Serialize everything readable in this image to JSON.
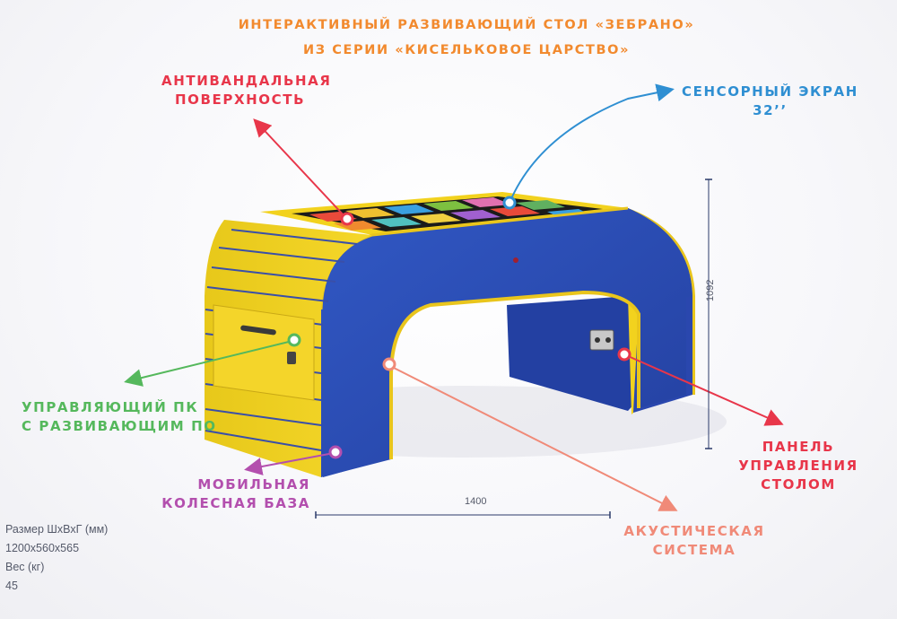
{
  "title": {
    "line1": "ИНТЕРАКТИВНЫЙ РАЗВИВАЮЩИЙ СТОЛ «ЗЕБРАНО»",
    "line2": "ИЗ СЕРИИ «КИСЕЛЬКОВОЕ ЦАРСТВО»"
  },
  "callouts": {
    "surface": {
      "line1": "АНТИВАНДАЛЬНАЯ",
      "line2": "ПОВЕРХНОСТЬ",
      "color": "#e8364a"
    },
    "screen": {
      "line1": "СЕНСОРНЫЙ ЭКРАН",
      "line2": "32’’",
      "color": "#2f8fd2"
    },
    "pc": {
      "line1": "УПРАВЛЯЮЩИЙ ПК",
      "line2": "С РАЗВИВАЮЩИМ ПО",
      "color": "#55b85c"
    },
    "base": {
      "line1": "МОБИЛЬНАЯ",
      "line2": "КОЛЕСНАЯ БАЗА",
      "color": "#b34fae"
    },
    "audio": {
      "line1": "АКУСТИЧЕСКАЯ",
      "line2": "СИСТЕМА",
      "color": "#f08a78"
    },
    "panel": {
      "line1": "ПАНЕЛЬ",
      "line2": "УПРАВЛЕНИЯ",
      "line3": "СТОЛОМ",
      "color": "#e8364a"
    }
  },
  "dimensions": {
    "width": "1400",
    "height": "1092"
  },
  "specs": {
    "size_label": "Размер ШхВхГ (мм)",
    "size_value": "1200х560х565",
    "weight_label": "Вес (кг)",
    "weight_value": "45"
  },
  "colors": {
    "table_blue": "#2b4fb8",
    "table_yellow": "#f2d21e",
    "title_orange": "#f28a2e"
  }
}
